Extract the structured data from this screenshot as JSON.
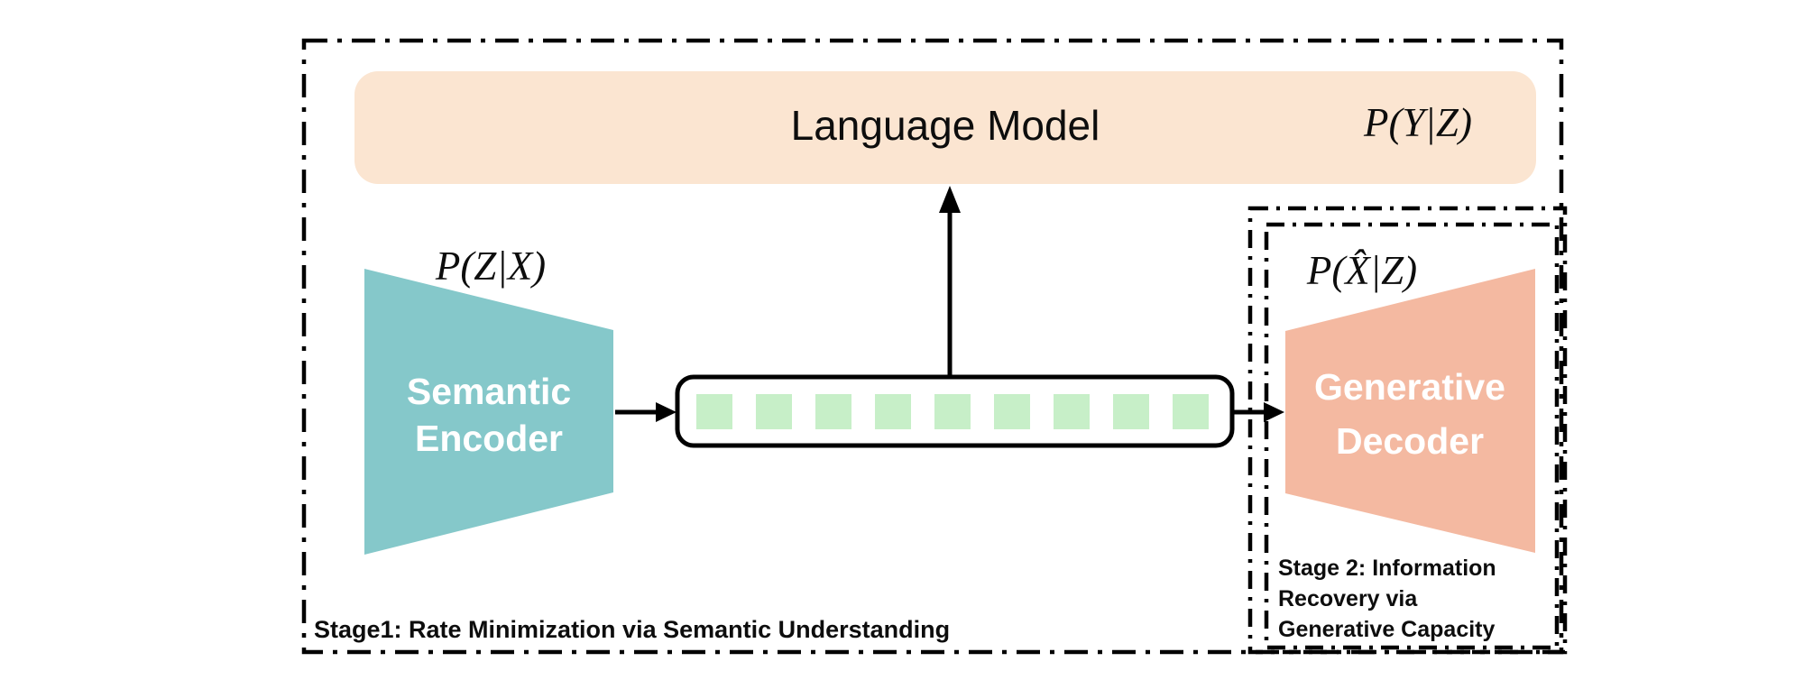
{
  "figure": {
    "language_model": {
      "label": "Language Model",
      "prob": "P(Y|Z)",
      "fill": "#FBE5D1"
    },
    "encoder": {
      "line1": "Semantic",
      "line2": "Encoder",
      "prob": "P(Z|X)",
      "fill": "#85C8CA"
    },
    "decoder": {
      "line1": "Generative",
      "line2": "Decoder",
      "prob": "P(X̂|Z)",
      "fill": "#F4B9A1"
    },
    "tokens": {
      "count": 9,
      "fill": "#C7EFC8"
    },
    "stage1": {
      "label": "Stage1: Rate Minimization via Semantic Understanding"
    },
    "stage2": {
      "line1": "Stage 2: Information",
      "line2": "Recovery via",
      "line3": "Generative Capacity"
    },
    "colors": {
      "line": "#000000",
      "background": "#ffffff"
    }
  }
}
